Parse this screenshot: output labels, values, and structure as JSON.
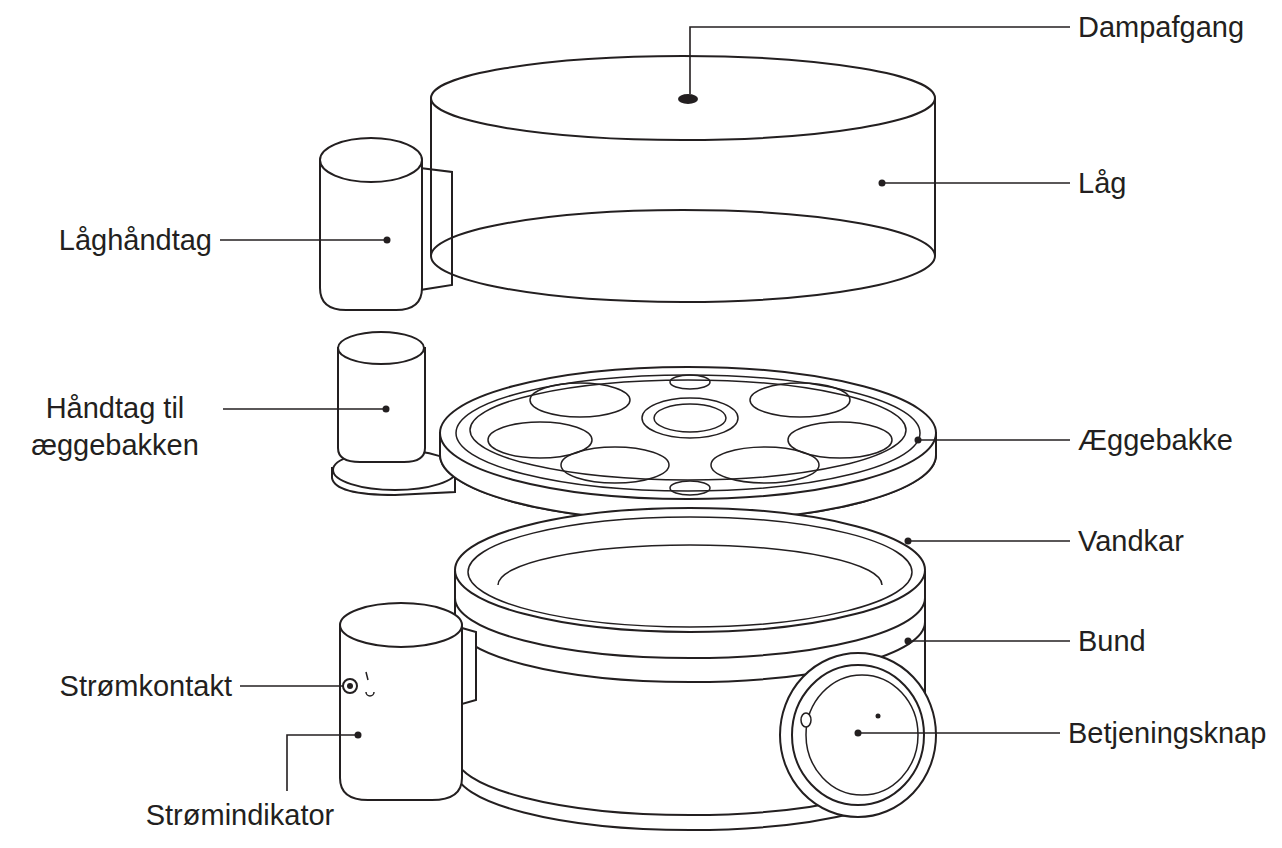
{
  "diagram": {
    "labels": [
      "Dampafgang",
      "Låg",
      "Låghåndtag",
      "Håndtag til æggebakken",
      "Æggebakke",
      "Vandkar",
      "Bund",
      "Strømkontakt",
      "Betjeningsknap",
      "Strømindikator"
    ]
  }
}
